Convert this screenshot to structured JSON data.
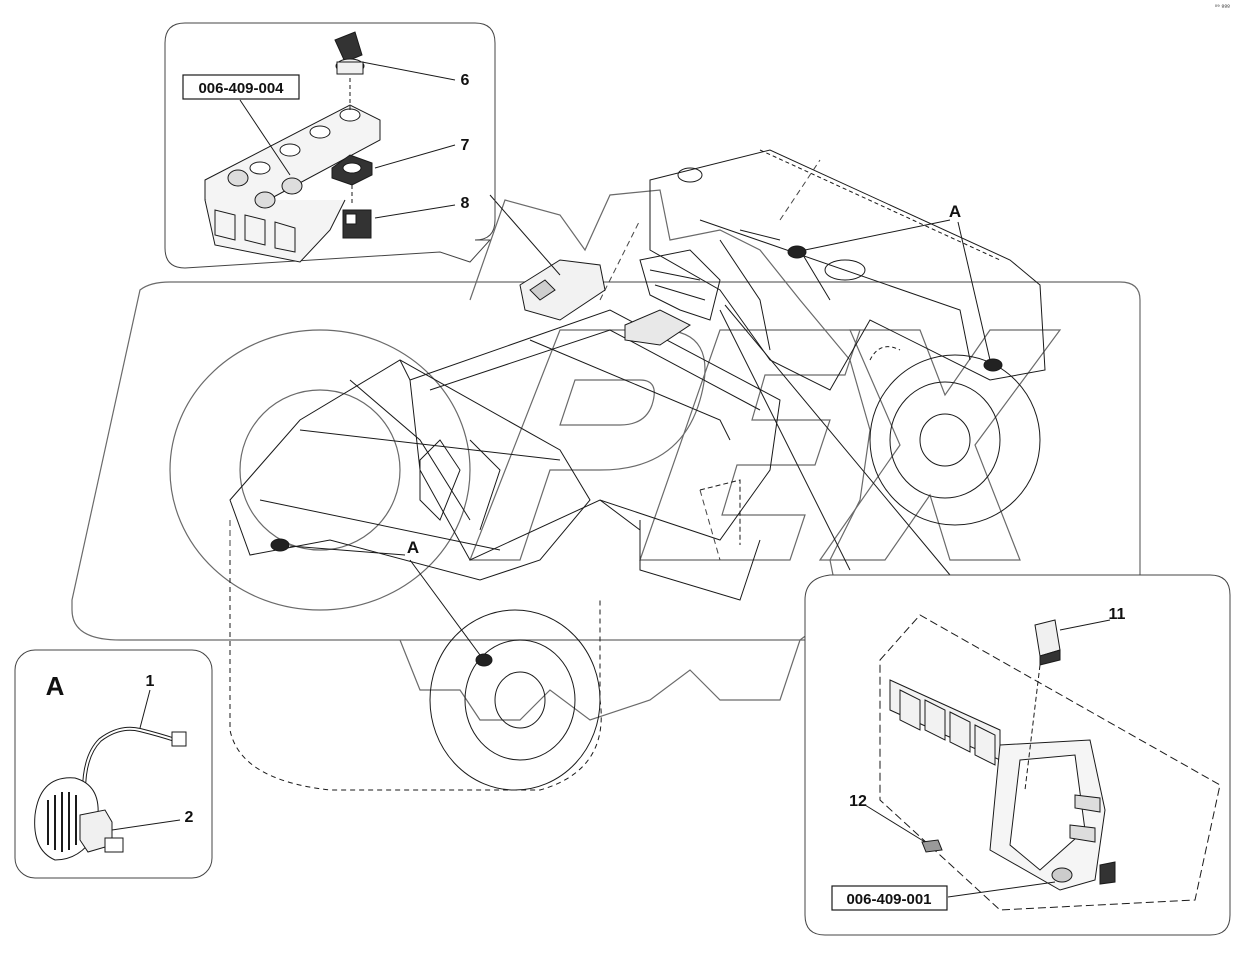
{
  "corner_mark": "⁰⁹ ººº",
  "watermark_text": "OPEX",
  "callouts": {
    "item_6": "6",
    "item_7": "7",
    "item_8": "8",
    "item_11": "11",
    "item_12": "12",
    "item_1": "1",
    "item_2": "2"
  },
  "ref_boxes": {
    "top_assembly": "006-409-004",
    "bottom_assembly": "006-409-001"
  },
  "detail_marker": "A",
  "view_markers": {
    "top_right": "A",
    "center": "A"
  },
  "colors": {
    "line": "#1a1a1a",
    "light_line": "#444444",
    "watermark": "#6a6a6a",
    "shade": "#cfcfcf"
  }
}
